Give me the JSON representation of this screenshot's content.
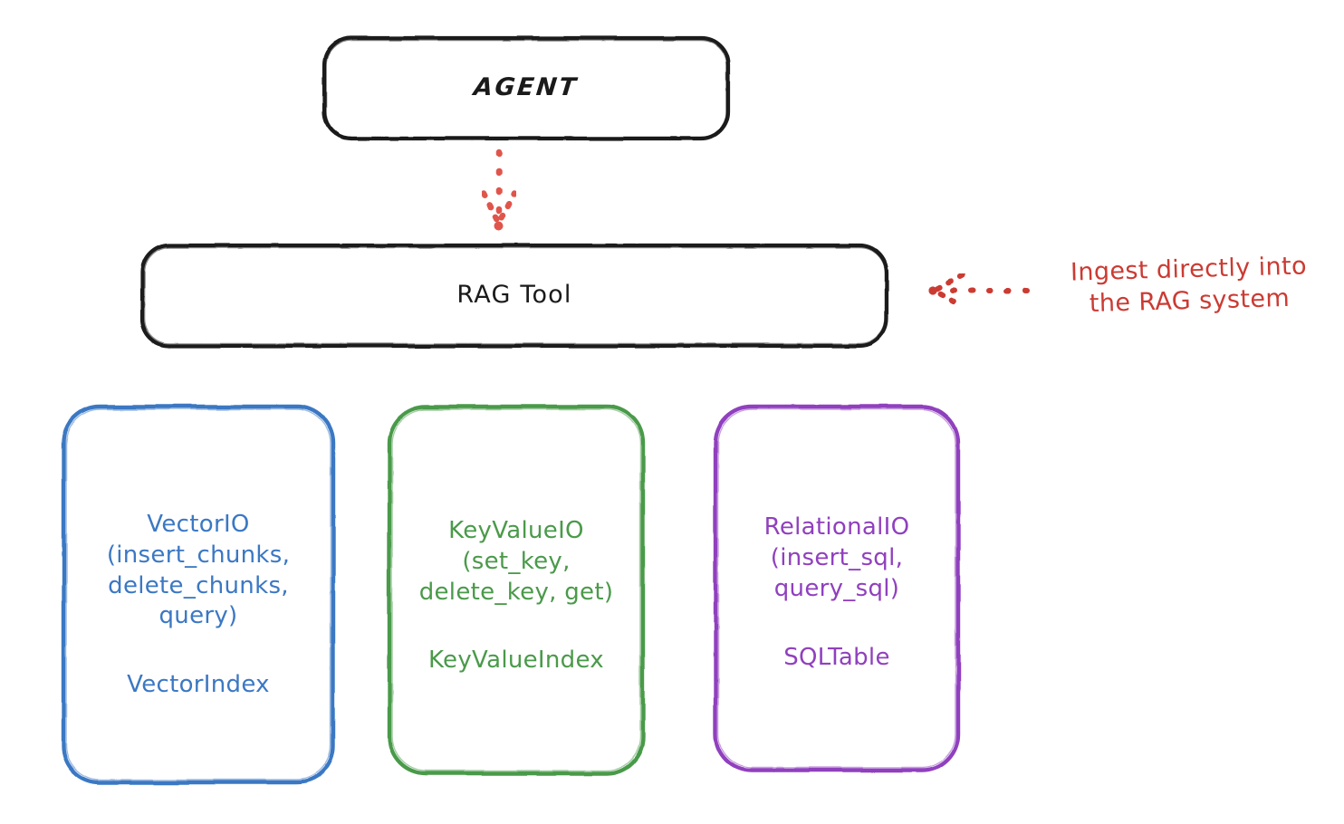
{
  "diagram": {
    "title_node": {
      "label": "AGENT"
    },
    "tool_node": {
      "label": "RAG Tool"
    },
    "annotation": {
      "text": "Ingest directly into\nthe RAG system",
      "color": "#cb3b33",
      "arrow": "dotted-arrow-left-icon"
    },
    "flow_arrow": {
      "name": "dotted-arrow-down-icon",
      "color": "#e0544c",
      "from": "AGENT",
      "to": "RAG Tool"
    },
    "cards": [
      {
        "id": "vector-io",
        "primary": "VectorIO\n(insert_chunks,\ndelete_chunks,\nquery)",
        "secondary": "VectorIndex",
        "color": "#3b78c3"
      },
      {
        "id": "key-value-io",
        "primary": "KeyValueIO\n(set_key,\ndelete_key, get)",
        "secondary": "KeyValueIndex",
        "color": "#4a9a4a"
      },
      {
        "id": "relational-io",
        "primary": "RelationalIO\n(insert_sql,\nquery_sql)",
        "secondary": "SQLTable",
        "color": "#9040be"
      }
    ]
  }
}
